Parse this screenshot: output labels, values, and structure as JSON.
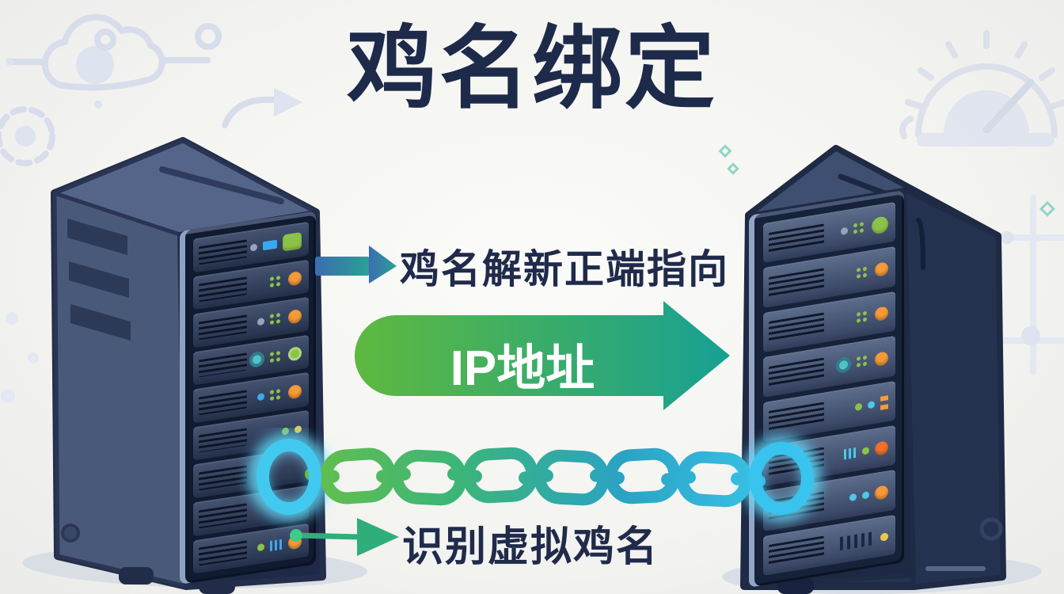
{
  "title": {
    "text": "鸡名绑定"
  },
  "flow": {
    "resolution_label": "鸡名解新正端指向",
    "ip_arrow_label": "IP地址",
    "virtual_label": "识别虚拟鸡名"
  },
  "colors": {
    "title_text": "#1d2a4a",
    "label_text": "#202a4b",
    "background": "#f3f3f0",
    "doodle": "#d7ddeb",
    "ip_arrow_from": "#5eb93f",
    "ip_arrow_to": "#17a093",
    "ip_arrow_text": "#ffffff",
    "top_arrow_from": "#3c6cb2",
    "top_arrow_to": "#2aa193",
    "bottom_arrow": "#2fae7a",
    "bottom_arrow_dot": "#3fc98b",
    "chain_from": "#72c23d",
    "chain_mid1": "#3cb577",
    "chain_mid2": "#2aa3c4",
    "chain_to": "#3ecdf4",
    "chain_end_ring": "#41c9f0",
    "chain_glow": "#62d9fa"
  },
  "led_colors": {
    "gray": "#96a3ba",
    "blue": "#3aa8f0",
    "green": "#8bc34a",
    "orange": "#f59a38",
    "orangered": "#f07030",
    "red": "#e85a4d",
    "teal": "#4fc3c8",
    "yellow": "#e6c94d",
    "cyan": "#4cc8e8",
    "dark": "#1b2740"
  },
  "left_server": {
    "name": "source-server-tower",
    "rows": [
      {
        "leds": [
          "dot:gray",
          "chip:blue",
          "bigsquare:green"
        ]
      },
      {
        "leds": [
          "matrix:green",
          "round:orange"
        ]
      },
      {
        "leds": [
          "dot:gray",
          "matrix:green",
          "round:orange"
        ]
      },
      {
        "leds": [
          "disc:teal",
          "matrix:green",
          "ring:green"
        ]
      },
      {
        "leds": [
          "dot:blue",
          "matrix:green",
          "round:orange"
        ]
      },
      {
        "leds": [
          "dot:green",
          "dot:yellow"
        ]
      },
      {
        "leds": []
      },
      {
        "leds": [
          "dot:blue",
          "dot:red"
        ]
      },
      {
        "leds": [
          "dot:green",
          "bars:blue",
          "round:orange"
        ]
      }
    ]
  },
  "right_server": {
    "name": "target-server-tower",
    "rows": [
      {
        "leds": [
          "dot:gray",
          "matrix:green",
          "biground:green"
        ]
      },
      {
        "leds": [
          "matrix:green",
          "round:orange"
        ]
      },
      {
        "leds": [
          "matrix:green",
          "round:orange"
        ]
      },
      {
        "leds": [
          "disc:teal",
          "matrix:green",
          "round:orange"
        ]
      },
      {
        "leds": [
          "dot:green",
          "dot:cyan",
          "pills:orange"
        ]
      },
      {
        "leds": [
          "bars:cyan",
          "dot:green",
          "round:orangered"
        ]
      },
      {
        "leds": [
          "dot:cyan",
          "dot:cyan",
          "round:orange"
        ]
      },
      {
        "leds": [
          "slats:dark",
          "small:yellow"
        ]
      }
    ]
  },
  "background_doodles": [
    "cloud-gear",
    "signal-ring",
    "curved-arrow",
    "gear",
    "speed-gauge",
    "circuit-nodes",
    "sparkle-diamonds"
  ]
}
